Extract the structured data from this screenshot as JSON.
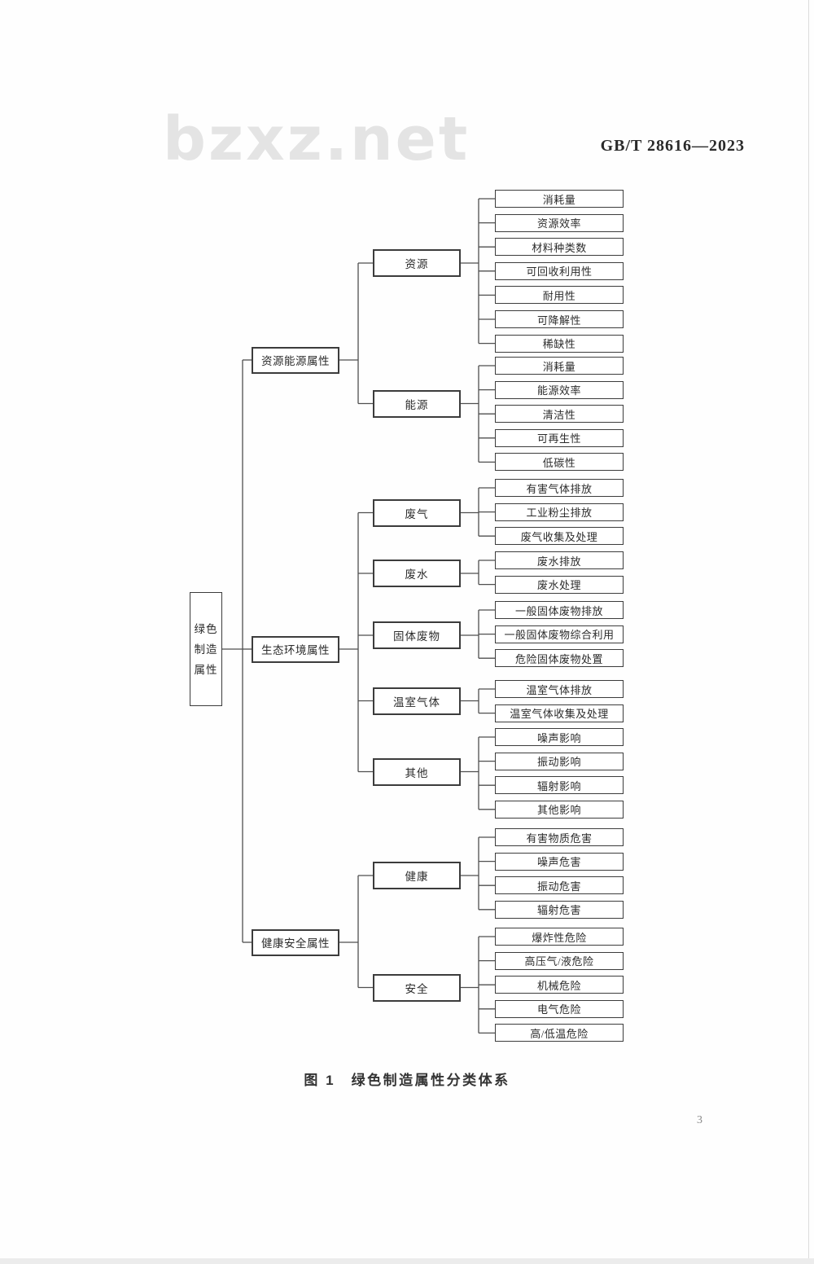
{
  "page": {
    "watermark": "bzxz.net",
    "header_code": "GB/T 28616—2023",
    "figure_caption": "图 1　绿色制造属性分类体系",
    "page_number": "3"
  },
  "diagram": {
    "root": "绿色制造属性",
    "branches": [
      {
        "label": "资源能源属性",
        "children": [
          {
            "label": "资源",
            "leaves": [
              "消耗量",
              "资源效率",
              "材料种类数",
              "可回收利用性",
              "耐用性",
              "可降解性",
              "稀缺性"
            ]
          },
          {
            "label": "能源",
            "leaves": [
              "消耗量",
              "能源效率",
              "清洁性",
              "可再生性",
              "低碳性"
            ]
          }
        ]
      },
      {
        "label": "生态环境属性",
        "children": [
          {
            "label": "废气",
            "leaves": [
              "有害气体排放",
              "工业粉尘排放",
              "废气收集及处理"
            ]
          },
          {
            "label": "废水",
            "leaves": [
              "废水排放",
              "废水处理"
            ]
          },
          {
            "label": "固体废物",
            "leaves": [
              "一般固体废物排放",
              "一般固体废物综合利用",
              "危险固体废物处置"
            ]
          },
          {
            "label": "温室气体",
            "leaves": [
              "温室气体排放",
              "温室气体收集及处理"
            ]
          },
          {
            "label": "其他",
            "leaves": [
              "噪声影响",
              "振动影响",
              "辐射影响",
              "其他影响"
            ]
          }
        ]
      },
      {
        "label": "健康安全属性",
        "children": [
          {
            "label": "健康",
            "leaves": [
              "有害物质危害",
              "噪声危害",
              "振动危害",
              "辐射危害"
            ]
          },
          {
            "label": "安全",
            "leaves": [
              "爆炸性危险",
              "高压气/液危险",
              "机械危险",
              "电气危险",
              "高/低温危险"
            ]
          }
        ]
      }
    ]
  }
}
